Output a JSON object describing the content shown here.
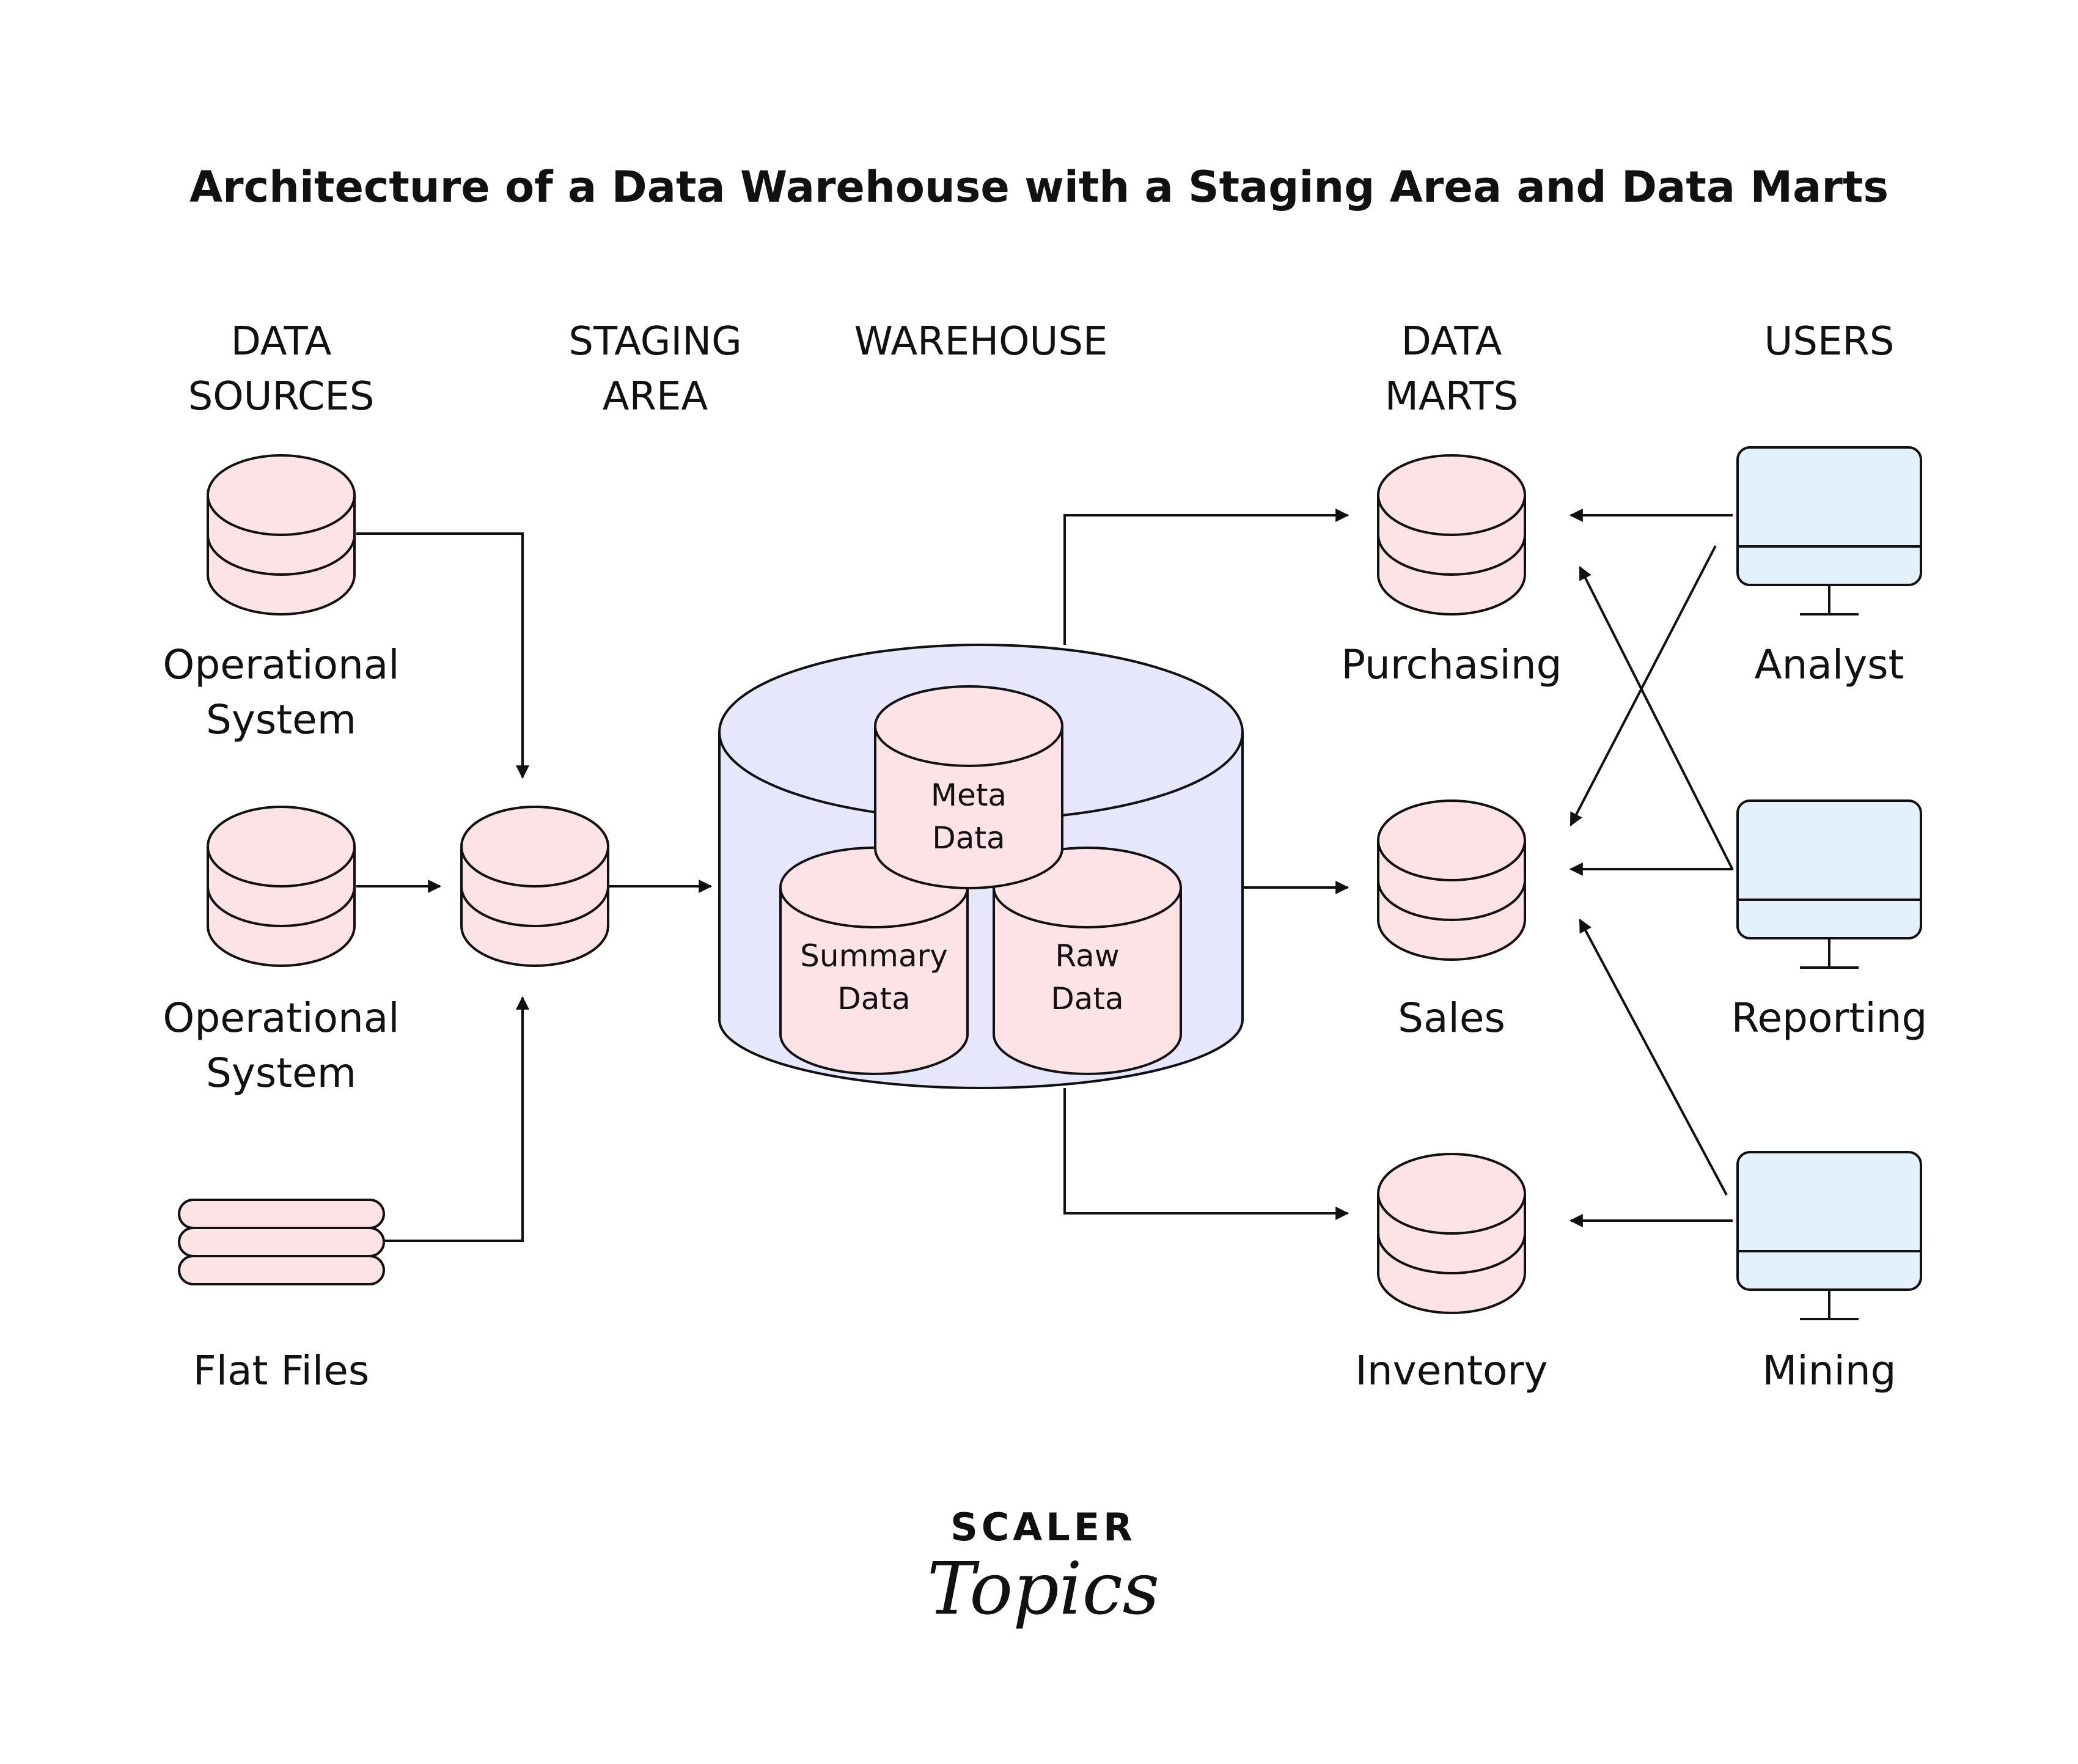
{
  "title": "Architecture of a Data Warehouse with a Staging Area and Data Marts",
  "columns": {
    "sources": [
      "DATA",
      "SOURCES"
    ],
    "staging": [
      "STAGING",
      "AREA"
    ],
    "warehouse": "WAREHOUSE",
    "marts": [
      "DATA",
      "MARTS"
    ],
    "users": "USERS"
  },
  "sources": [
    {
      "label": [
        "Operational",
        "System"
      ],
      "icon": "database-icon"
    },
    {
      "label": [
        "Operational",
        "System"
      ],
      "icon": "database-icon"
    },
    {
      "label": "Flat Files",
      "icon": "flat-files-icon"
    }
  ],
  "warehouse_parts": {
    "meta": [
      "Meta",
      "Data"
    ],
    "summary": [
      "Summary",
      "Data"
    ],
    "raw": [
      "Raw",
      "Data"
    ]
  },
  "marts": [
    "Purchasing",
    "Sales",
    "Inventory"
  ],
  "users": [
    "Analyst",
    "Reporting",
    "Mining"
  ],
  "brand": {
    "line1": "SCALER",
    "line2": "Topics"
  },
  "colors": {
    "db_fill": "#FDE2E6",
    "warehouse_fill": "#E6E6FD",
    "monitor_fill": "#E3F1FD",
    "stroke": "#111111",
    "brand_dark": "#1B1F3B",
    "brand_pink": "#D12A7A"
  }
}
